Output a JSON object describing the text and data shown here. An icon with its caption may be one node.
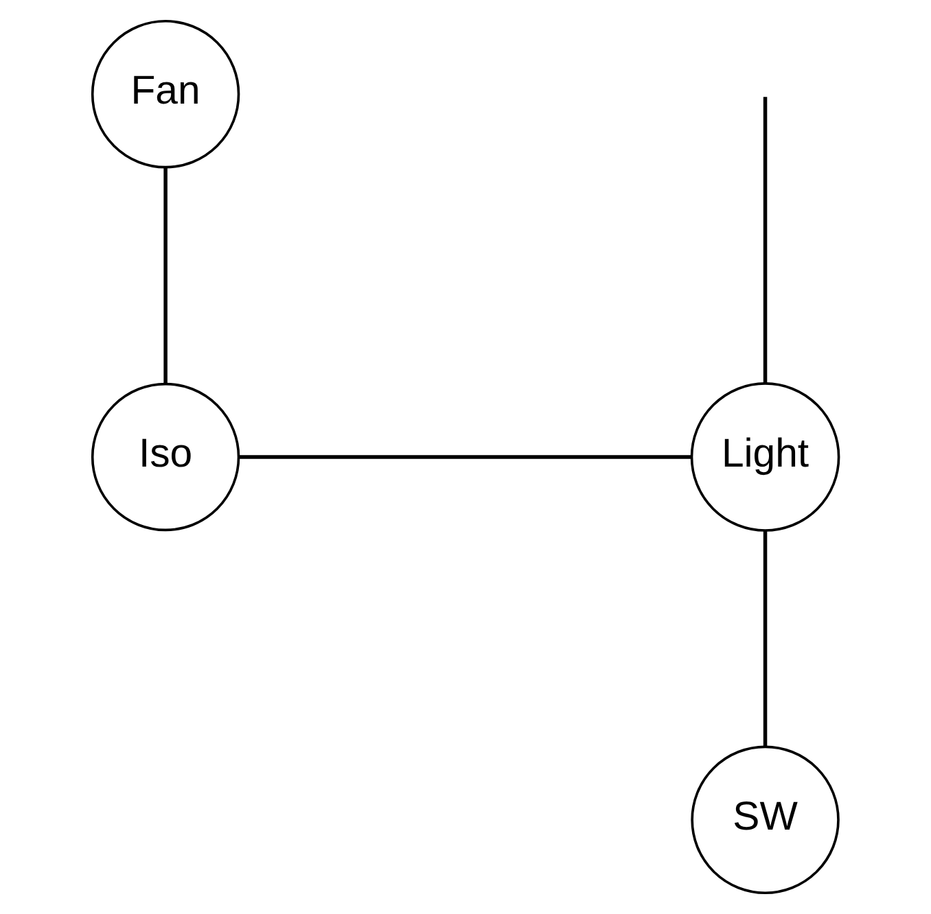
{
  "diagram": {
    "nodes": [
      {
        "text": [
          "Fan"
        ]
      },
      {
        "text": [
          "Iso"
        ]
      },
      {
        "text": [
          "Light"
        ]
      },
      {
        "text": [
          "SW"
        ]
      }
    ],
    "edges": [
      {
        "from": 1,
        "to": 0,
        "arrow": "none"
      },
      {
        "from": 1,
        "to": 2,
        "arrow": "none"
      },
      {
        "from": null,
        "to": 2,
        "arrow": "none"
      },
      {
        "from": 2,
        "to": 3,
        "arrow": "none"
      }
    ]
  }
}
